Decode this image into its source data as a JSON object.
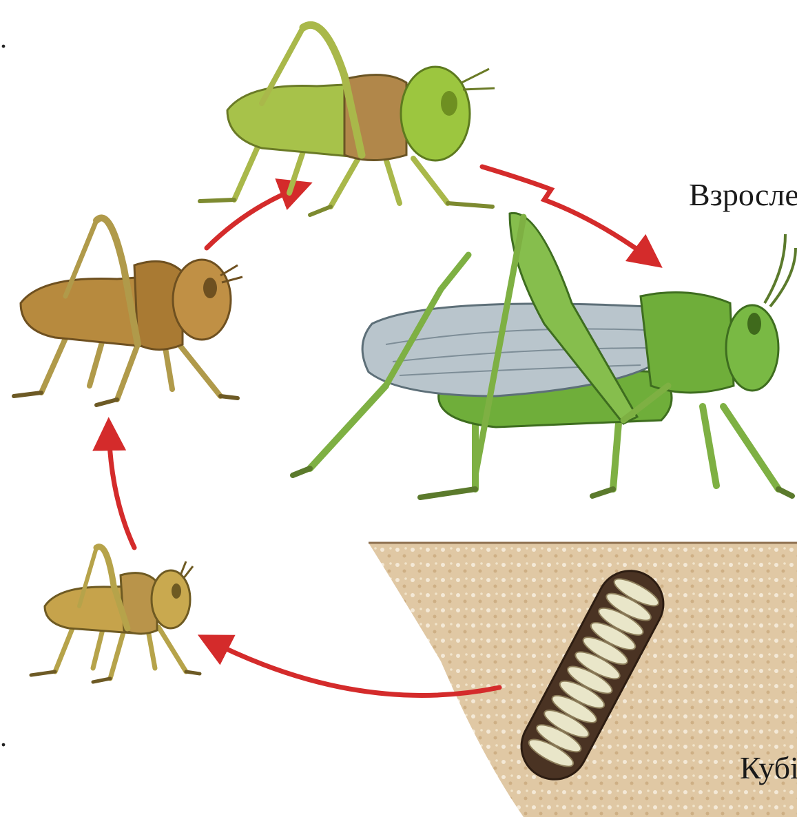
{
  "labels": {
    "adult": "Взросле",
    "eggs": "Кубі"
  },
  "colors": {
    "arrow": "#d42b2b",
    "adult_body": "#6fae3a",
    "adult_wing": "#b9c5cc",
    "young_green": "#a7c24a",
    "nymph_brown": "#b78a3e",
    "first_nymph": "#c6a34b",
    "soil": "#dcc29a",
    "egg_case": "#4a3323",
    "egg": "#e9e6c9"
  },
  "stages": [
    "adult-grasshopper",
    "egg-pod",
    "first-instar-nymph",
    "middle-nymph",
    "late-nymph"
  ]
}
